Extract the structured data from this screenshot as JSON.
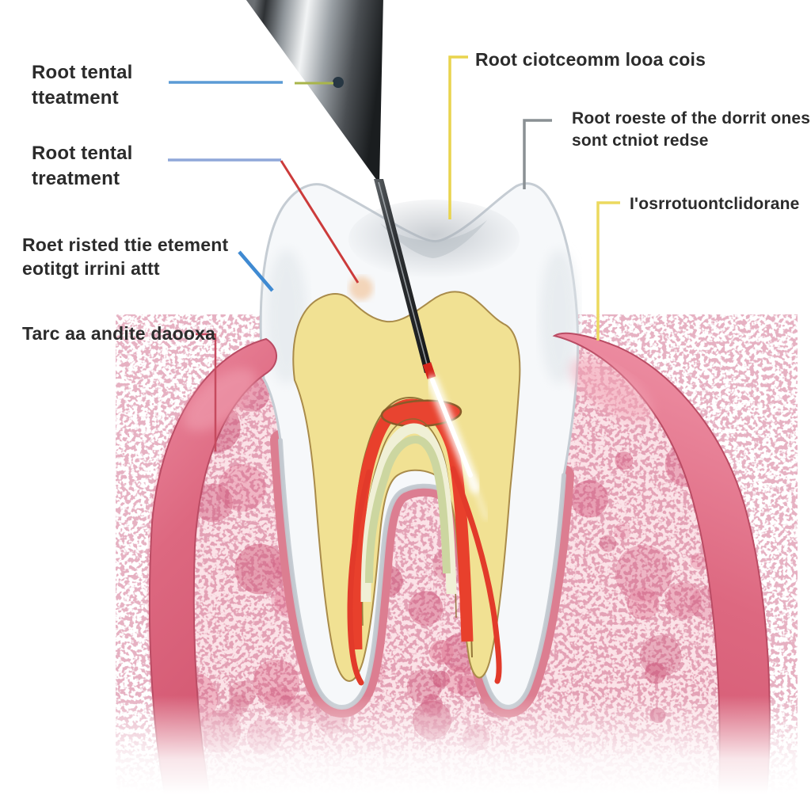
{
  "illustration": {
    "subject_parts": [
      "tooth-enamel",
      "tooth-dentin",
      "pulp-chamber",
      "root-canals",
      "gum",
      "jaw-bone",
      "periodontal-ligament",
      "dental-file-instrument"
    ],
    "colors": {
      "background": "#ffffff",
      "gum": "#d45a72",
      "gum_light": "#ec8ba0",
      "bone": "#fbe2e7",
      "bone_spot": "#d96a8a",
      "enamel": "#f6f8fa",
      "dentin": "#f1e193",
      "dentin_outline": "#a98b4a",
      "pulp_red": "#e8402c",
      "ligament_pink": "#dc7e91",
      "instrument_dark": "#2e3134",
      "instrument_highlight": "#f2f4f5",
      "needle_white": "#ffffff",
      "text": "#2b2b2b"
    }
  },
  "labels": {
    "left": [
      {
        "lines": [
          "Root tental",
          "tteatment"
        ],
        "leader_colors": [
          "#5b9bd5",
          "#a9b54a"
        ]
      },
      {
        "lines": [
          "Root tental",
          "treatment"
        ],
        "leader_colors": [
          "#8fa7d9",
          "#cc3b3b"
        ]
      },
      {
        "lines": [
          "Roet risted ttie etement",
          "eotitgt irrini attt"
        ],
        "leader_colors": [
          "#3f8ad2"
        ]
      },
      {
        "lines": [
          "Tarc aa andite daooxa"
        ],
        "leader_colors": [
          "#c64a5e"
        ]
      }
    ],
    "right": [
      {
        "lines": [
          "Root ciotceomm looa cois"
        ],
        "leader_colors": [
          "#e9d44d"
        ]
      },
      {
        "lines": [
          "Root roeste of the dorrit ones",
          "sont ctniot redse"
        ],
        "leader_colors": [
          "#8a9094"
        ]
      },
      {
        "lines": [
          "I'osrrotuontclidorane"
        ],
        "leader_colors": [
          "#ecd95e"
        ]
      }
    ]
  }
}
